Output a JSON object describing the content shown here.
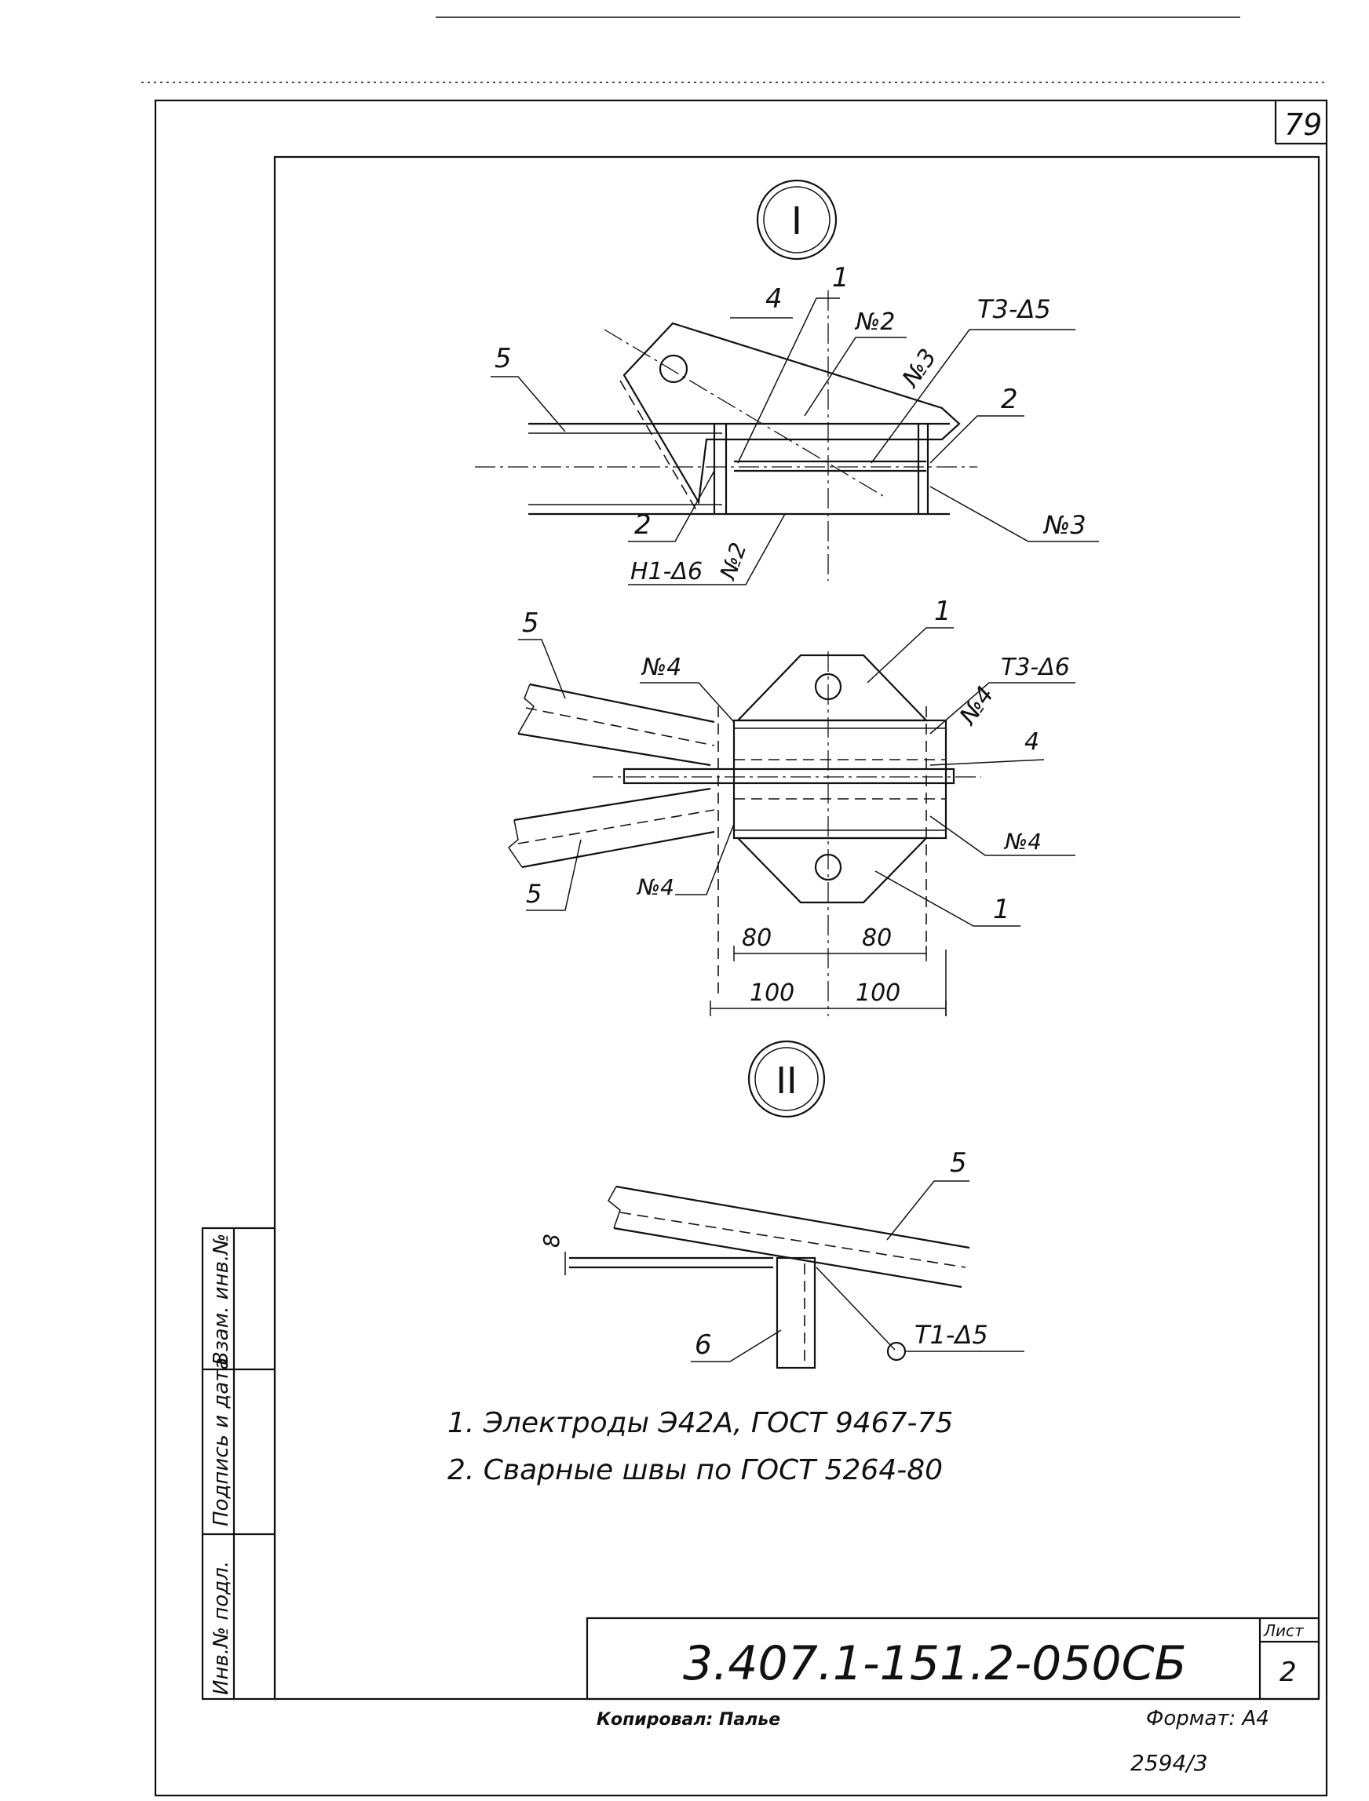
{
  "sheet": {
    "page_number": "79",
    "document_code": "3.407.1-151.2-050СБ",
    "sheet_label": "Лист",
    "sheet_number": "2",
    "copied_by": "Копировал: Палье",
    "format": "Формат: А4",
    "archive_number": "2594/3"
  },
  "side_stamp": {
    "cell1": "Взам. инв.№",
    "cell2": "Подпись и дата",
    "cell3": "Инв.№ подл."
  },
  "view1": {
    "marker": "I",
    "part4": "4",
    "part1": "1",
    "weld_no2_top": "№2",
    "weld_spec_top": "Т3-Δ5",
    "weld_no3_diag": "№3",
    "part5": "5",
    "part2_right": "2",
    "part2_left": "2",
    "weld_spec_bottom": "Н1-Δ6",
    "weld_no2_bottom": "№2",
    "weld_no3_right": "№3"
  },
  "view2": {
    "part1_top": "1",
    "part5_top": "5",
    "weld_no4_left": "№4",
    "weld_no4_right": "№4",
    "weld_spec": "Т3-Δ6",
    "part4": "4",
    "weld_no4_lower_right": "№4",
    "weld_no4_lower_left": "№4",
    "part5_bottom": "5",
    "part1_bottom": "1",
    "dim_80_left": "80",
    "dim_80_right": "80",
    "dim_100_left": "100",
    "dim_100_right": "100"
  },
  "view3": {
    "marker": "II",
    "part5": "5",
    "part6": "6",
    "dim_8": "8",
    "weld_spec": "Т1-Δ5"
  },
  "notes": [
    "1. Электроды Э42А, ГОСТ 9467-75",
    "2. Сварные швы по ГОСТ 5264-80"
  ]
}
